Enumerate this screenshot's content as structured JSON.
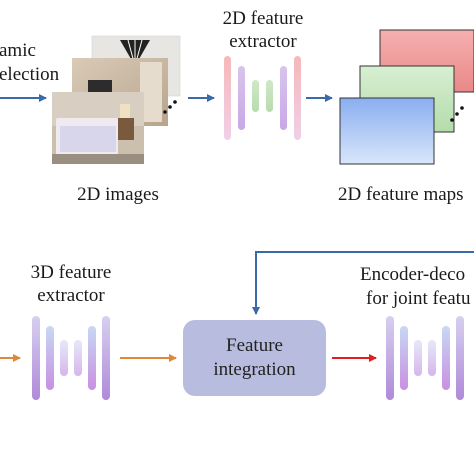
{
  "top": {
    "selection_label_line1": "amic",
    "selection_label_line2": "election",
    "extractor_2d_line1": "2D feature",
    "extractor_2d_line2": "extractor",
    "images_caption": "2D images",
    "maps_caption": "2D feature maps"
  },
  "bottom": {
    "extractor_3d_line1": "3D feature",
    "extractor_3d_line2": "extractor",
    "integration_line1": "Feature",
    "integration_line2": "integration",
    "encoder_line1": "Encoder-deco",
    "encoder_line2": "for joint featu"
  },
  "colors": {
    "arrow_blue": "#3a6aa8",
    "arrow_orange": "#e0883a",
    "arrow_red": "#e02020",
    "integration_box": "#b8bde0",
    "map_red": "#f2a0a0",
    "map_green": "#c4e6c0",
    "map_blue": "#a8c4f2"
  }
}
